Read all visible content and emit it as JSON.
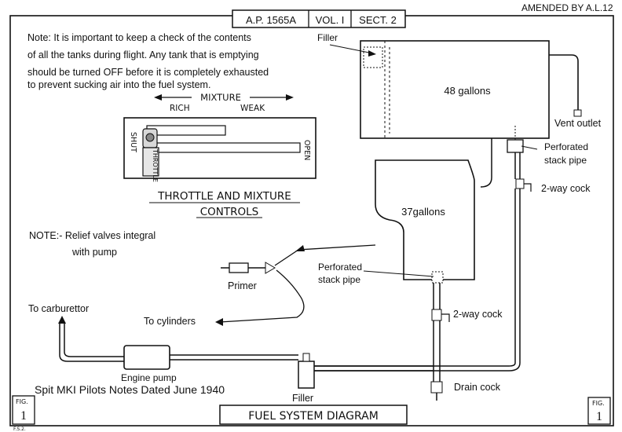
{
  "header": {
    "amended": "AMENDED BY A.L.12",
    "ref_cells": [
      "A.P. 1565A",
      "VOL. I",
      "SECT. 2"
    ]
  },
  "note_text": [
    "Note: It is important to keep a check of the contents",
    "of all the tanks during flight. Any tank that is emptying",
    "should be turned OFF before it is completely exhausted",
    "to prevent sucking air into the fuel system."
  ],
  "controls": {
    "mixture_label": "MIXTURE",
    "rich_label": "RICH",
    "weak_label": "WEAK",
    "shut_label": "SHUT",
    "open_label": "OPEN",
    "throttle_label": "THROTTLE",
    "title_line1": "THROTTLE AND MIXTURE",
    "title_line2": "CONTROLS"
  },
  "relief_note": [
    "NOTE:- Relief valves integral",
    "with pump"
  ],
  "labels": {
    "filler_top": "Filler",
    "tank_upper": "48 gallons",
    "vent_outlet": "Vent outlet",
    "perforated_upper_1": "Perforated",
    "perforated_upper_2": "stack pipe",
    "two_way_upper": "2-way cock",
    "tank_lower": "37gallons",
    "perforated_lower_1": "Perforated",
    "perforated_lower_2": "stack pipe",
    "primer": "Primer",
    "to_cylinders": "To cylinders",
    "two_way_lower": "2-way cock",
    "to_carburettor": "To carburettor",
    "engine_pump": "Engine pump",
    "filler_bottom": "Filler",
    "drain_cock": "Drain cock",
    "caption": "Spit MKI Pilots Notes Dated June 1940",
    "diagram_title": "FUEL SYSTEM DIAGRAM",
    "fig_label": "FIG.",
    "fig_number": "1",
    "corner_mark": "F.S.2."
  }
}
